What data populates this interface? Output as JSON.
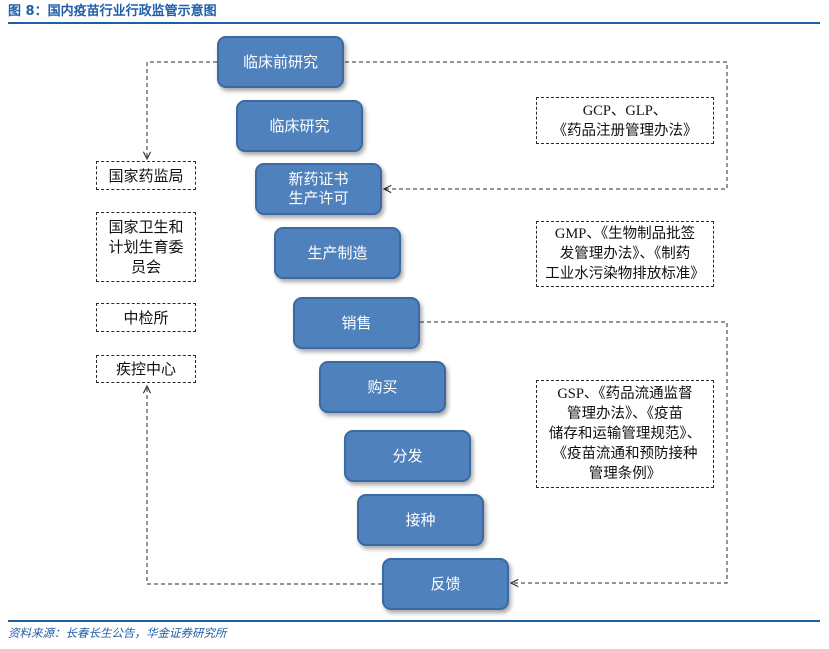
{
  "title": "图 8：国内疫苗行业行政监管示意图",
  "source": "资料来源：长春长生公告，华金证券研究所",
  "colors": {
    "accent": "#1f5fa8",
    "stage_fill": "#4f81bd",
    "stage_border": "#3b69a3"
  },
  "stages": [
    {
      "lines": [
        "临床前研究"
      ]
    },
    {
      "lines": [
        "临床研究"
      ]
    },
    {
      "lines": [
        "新药证书",
        "生产许可"
      ]
    },
    {
      "lines": [
        "生产制造"
      ]
    },
    {
      "lines": [
        "销售"
      ]
    },
    {
      "lines": [
        "购买"
      ]
    },
    {
      "lines": [
        "分发"
      ]
    },
    {
      "lines": [
        "接种"
      ]
    },
    {
      "lines": [
        "反馈"
      ]
    }
  ],
  "regulators": [
    {
      "lines": [
        "国家药监局"
      ]
    },
    {
      "lines": [
        "国家卫生和",
        "计划生育委",
        "员会"
      ]
    },
    {
      "lines": [
        "中检所"
      ]
    },
    {
      "lines": [
        "疾控中心"
      ]
    }
  ],
  "regulations": [
    {
      "lines": [
        "GCP、GLP、",
        "《药品注册管理办法》"
      ]
    },
    {
      "lines": [
        "GMP、《生物制品批签",
        "发管理办法》、《制药",
        "工业水污染物排放标准》"
      ]
    },
    {
      "lines": [
        "GSP、《药品流通监督",
        "管理办法》、《疫苗",
        "储存和运输管理规范》、",
        "《疫苗流通和预防接种",
        "管理条例》"
      ]
    }
  ]
}
